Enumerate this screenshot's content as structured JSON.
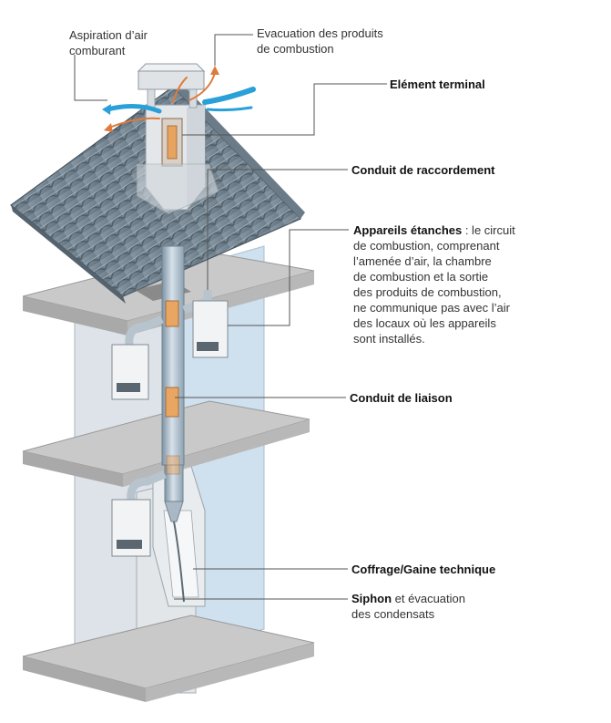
{
  "labels": {
    "aspiration": "Aspiration d’air\ncomburant",
    "evacuation": "Evacuation des produits\nde combustion",
    "element_terminal": "Elément terminal",
    "conduit_raccordement": "Conduit de raccordement",
    "appareils_title": "Appareils étanches",
    "appareils_text": " : le circuit\nde combustion, comprenant\nl’amenée d’air, la chambre\nde combustion et la sortie\ndes produits de combustion,\nne communique pas avec l’air\ndes locaux où les appareils\nsont installés.",
    "conduit_liaison": "Conduit de liaison",
    "coffrage": "Coffrage/Gaine technique",
    "siphon_title": "Siphon",
    "siphon_text": " et évacuation\ndes condensats"
  },
  "colors": {
    "roof": "#7d8e9a",
    "wall": "#dde3e8",
    "wall_blue": "#cfe0ef",
    "slab": "#c8c8c8",
    "pipe": "#9fb1bf",
    "air_flow": "#2aa0d8",
    "exhaust_flow": "#e07a3a",
    "leader": "#555555"
  },
  "icons": [
    "boiler-icon",
    "chimney-terminal-icon",
    "air-flow-arrow-icon",
    "exhaust-flow-arrow-icon"
  ]
}
